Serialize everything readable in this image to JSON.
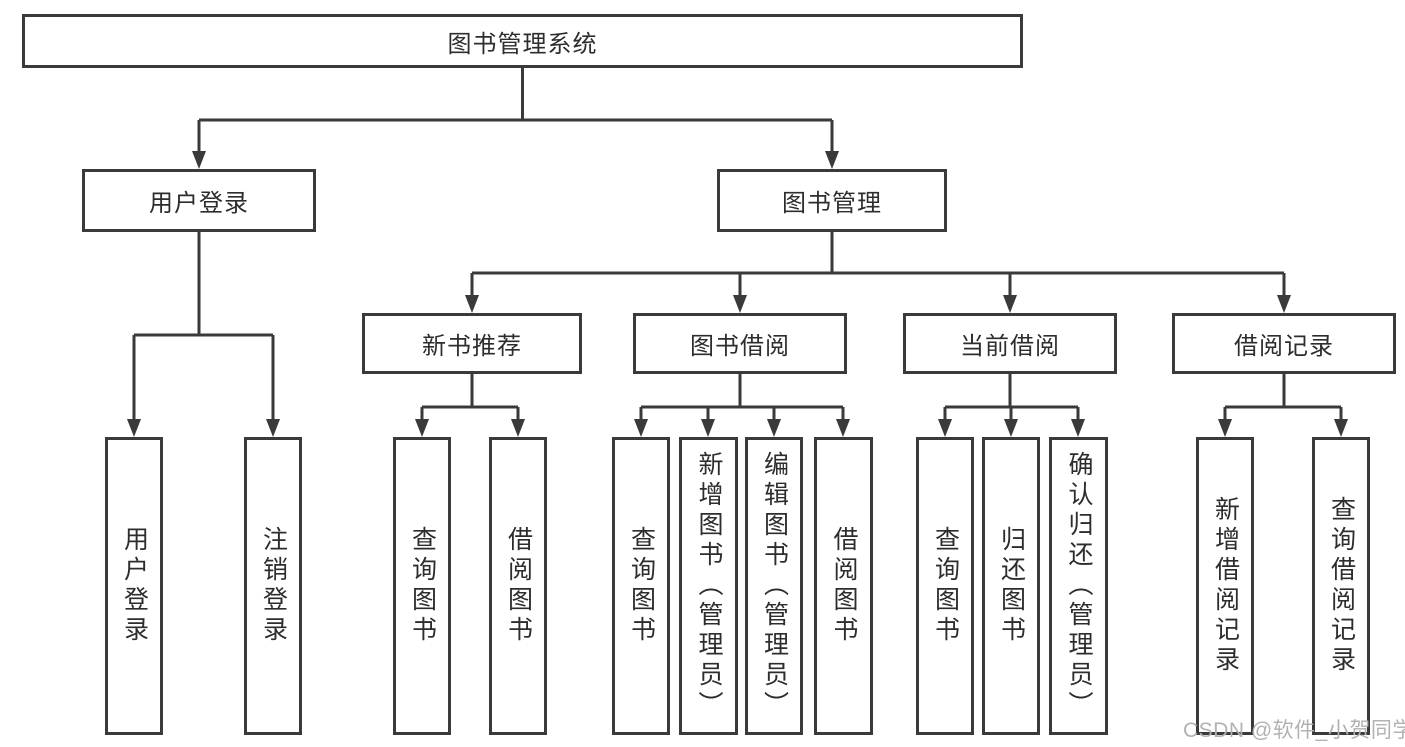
{
  "diagram": {
    "root": {
      "label": "图书管理系统"
    },
    "branches": {
      "user_login": {
        "label": "用户登录",
        "children": [
          "用户登录",
          "注销登录"
        ]
      },
      "book_mgmt": {
        "label": "图书管理"
      }
    },
    "book_mgmt_children": {
      "new_books": {
        "label": "新书推荐",
        "children": [
          "查询图书",
          "借阅图书"
        ]
      },
      "book_borrow": {
        "label": "图书借阅",
        "children": [
          "查询图书",
          "新增图书（管理员）",
          "编辑图书（管理员）",
          "借阅图书"
        ]
      },
      "current_borrow": {
        "label": "当前借阅",
        "children": [
          "查询图书",
          "归还图书",
          "确认归还（管理员）"
        ]
      },
      "borrow_records": {
        "label": "借阅记录",
        "children": [
          "新增借阅记录",
          "查询借阅记录"
        ]
      }
    },
    "colors": {
      "line": "#3a3a3a",
      "box_background": "#ffffff",
      "text": "#2d2d2d",
      "watermark": "#b2b2b2"
    }
  },
  "watermark": "CSDN @软件_小贺同学"
}
